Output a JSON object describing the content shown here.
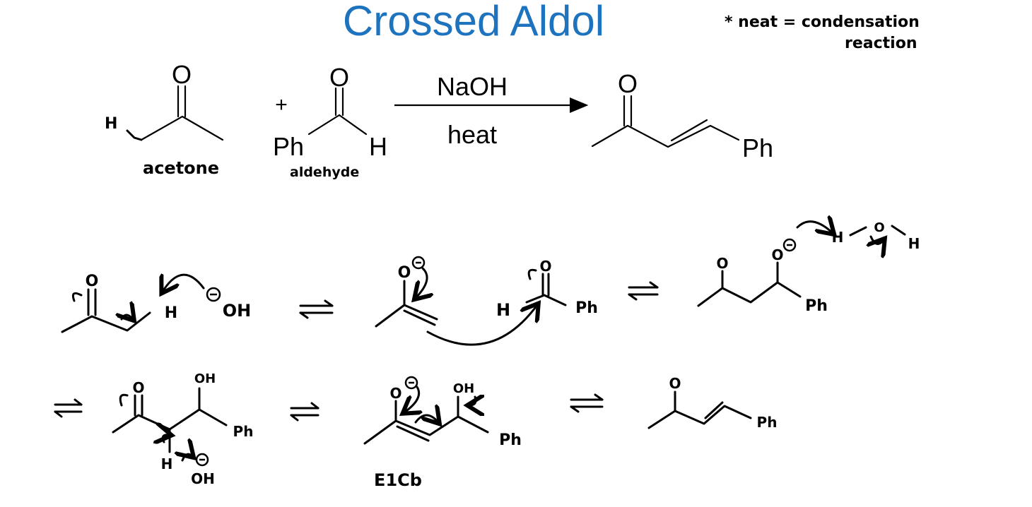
{
  "title": "Crossed Aldol",
  "note": {
    "line1": "* neat = condensation",
    "line2": "reaction"
  },
  "equation": {
    "reagent_top": "NaOH",
    "reagent_bottom": "heat",
    "plus": "+",
    "acetone": {
      "O": "O",
      "H": "H",
      "label": "acetone"
    },
    "aldehyde": {
      "O": "O",
      "Ph": "Ph",
      "H": "H",
      "label": "aldehyde"
    },
    "product": {
      "O": "O",
      "Ph": "Ph"
    }
  },
  "mechanism": {
    "s1": {
      "O": "O",
      "H": "H",
      "OH": "OH"
    },
    "s2": {
      "O": "O",
      "O2": "O",
      "H": "H",
      "Ph": "Ph"
    },
    "s3": {
      "O": "O",
      "O2": "O",
      "Ph": "Ph",
      "H1": "H",
      "O3": "O",
      "H2": "H"
    },
    "s4": {
      "O": "O",
      "OH": "OH",
      "Ph": "Ph",
      "H": "H",
      "OH2": "OH"
    },
    "s5": {
      "O": "O",
      "OH": "OH",
      "Ph": "Ph",
      "label": "E1Cb"
    },
    "s6": {
      "O": "O",
      "Ph": "Ph"
    }
  },
  "equilibrium_arrows": 5
}
